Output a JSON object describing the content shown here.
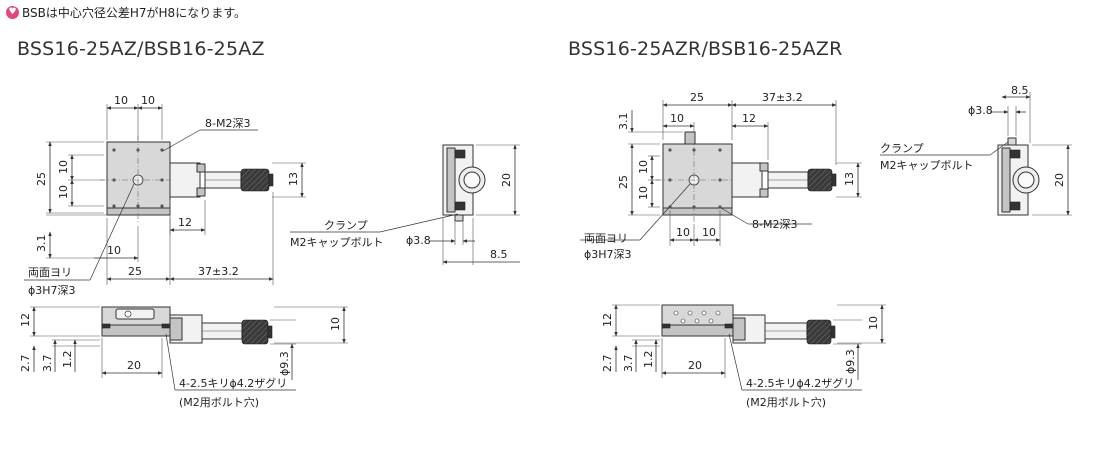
{
  "note": {
    "icon": "heart-icon",
    "text": "BSBは中心穴径公差H7がH8になります。"
  },
  "left": {
    "title": "BSS16-25AZ/BSB16-25AZ",
    "dims": {
      "d10a": "10",
      "d10b": "10",
      "d25": "25",
      "d10c": "10",
      "d10d": "10",
      "d13": "13",
      "d12": "12",
      "d3_1": "3.1",
      "d10e": "10",
      "d25b": "25",
      "d37": "37±3.2",
      "d20side": "20",
      "d3_8": "ϕ3.8",
      "d8_5": "8.5",
      "f12": "12",
      "f10": "10",
      "f2_7": "2.7",
      "f3_7": "3.7",
      "f1_2": "1.2",
      "f20": "20",
      "f9_3": "ϕ9.3"
    },
    "labels": {
      "tap": "8-M2深3",
      "thru_a": "両面ヨリ",
      "thru_b": "ϕ3H7深3",
      "clamp_a": "クランプ",
      "clamp_b": "M2キャップボルト",
      "mount_a": "4-2.5キリϕ4.2ザグリ",
      "mount_b": "(M2用ボルト穴)"
    }
  },
  "right": {
    "title": "BSS16-25AZR/BSB16-25AZR",
    "dims": {
      "d3_1": "3.1",
      "d25": "25",
      "d37": "37±3.2",
      "d10a": "10",
      "d12": "12",
      "d10b": "10",
      "d10c": "10",
      "d25v": "25",
      "d13": "13",
      "d10e": "10",
      "d10f": "10",
      "d3_8": "ϕ3.8",
      "d8_5": "8.5",
      "d20side": "20",
      "f12": "12",
      "f10": "10",
      "f2_7": "2.7",
      "f3_7": "3.7",
      "f1_2": "1.2",
      "f20": "20",
      "f9_3": "ϕ9.3"
    },
    "labels": {
      "tap": "8-M2深3",
      "thru_a": "両面ヨリ",
      "thru_b": "ϕ3H7深3",
      "clamp_a": "クランプ",
      "clamp_b": "M2キャップボルト",
      "mount_a": "4-2.5キリϕ4.2ザグリ",
      "mount_b": "(M2用ボルト穴)"
    }
  }
}
